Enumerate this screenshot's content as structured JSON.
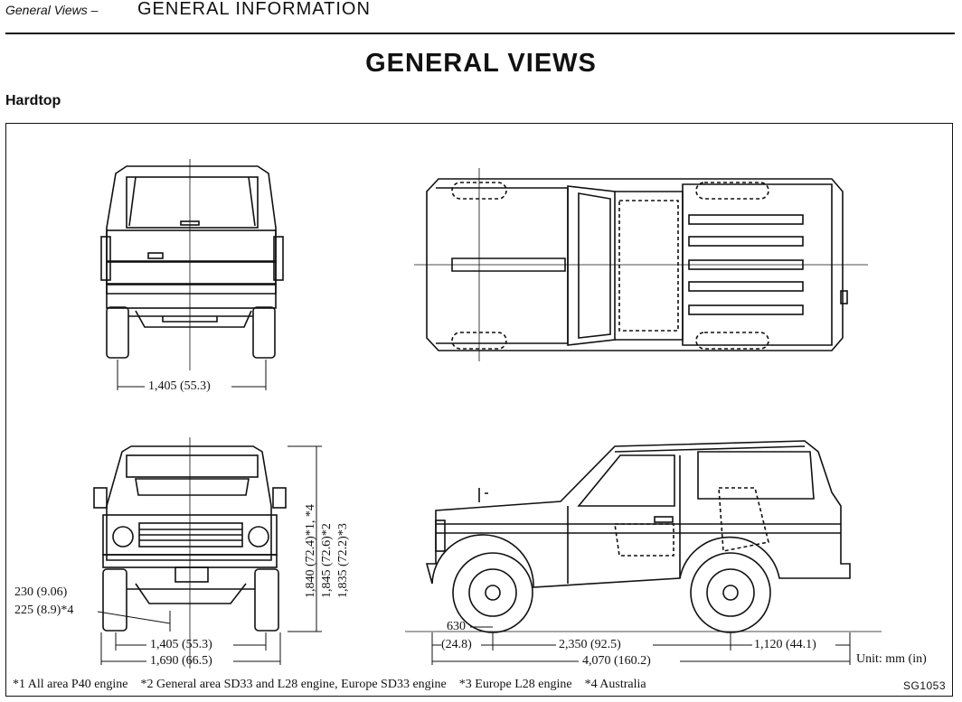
{
  "header": {
    "section": "General Views –",
    "title": "GENERAL INFORMATION"
  },
  "page_title": "GENERAL VIEWS",
  "subtitle": "Hardtop",
  "dimensions": {
    "rear_track": "1,405 (55.3)",
    "front_track": "1,405 (55.3)",
    "overall_width": "1,690 (66.5)",
    "height_1": "1,840 (72.4)*1, *4",
    "height_2": "1,845 (72.6)*2",
    "height_3": "1,835 (72.2)*3",
    "ground_clearance_1": "230 (9.06)",
    "ground_clearance_2": "225 (8.9)*4",
    "front_overhang_mm": "630",
    "front_overhang_in": "(24.8)",
    "wheelbase": "2,350 (92.5)",
    "rear_overhang": "1,120 (44.1)",
    "overall_length": "4,070 (160.2)"
  },
  "unit": "Unit:  mm (in)",
  "footnotes": {
    "f1": "*1  All area P40 engine",
    "f2": "*2  General area SD33 and L28 engine, Europe SD33 engine",
    "f3": "*3  Europe L28 engine",
    "f4": "*4  Australia"
  },
  "figure_code": "SG1053"
}
